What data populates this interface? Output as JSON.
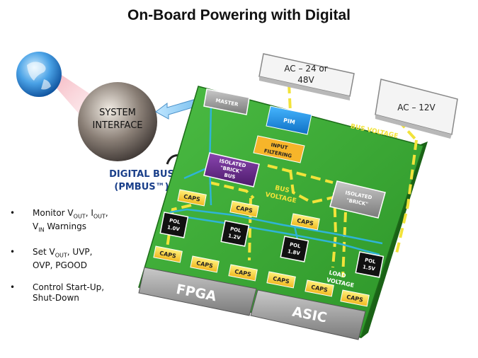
{
  "title": "On-Board Powering with Digital",
  "system_interface": {
    "line1": "SYSTEM",
    "line2": "INTERFACE"
  },
  "digital_bus": {
    "line1": "DIGITAL BUS",
    "line2": "(PMBUS™)"
  },
  "ac_24_48": {
    "line1": "AC – 24 or",
    "line2": "48V"
  },
  "ac_12": "AC – 12V",
  "bus_voltage_top": "BUS VOLTAGE",
  "bus_voltage_mid": {
    "line1": "BUS",
    "line2": "VOLTAGE"
  },
  "load_voltage": {
    "line1": "LOAD",
    "line2": "VOLTAGE"
  },
  "master": "MASTER",
  "pim": "PIM",
  "input_filtering": {
    "line1": "INPUT",
    "line2": "FILTERING"
  },
  "isolated_brick_bus": {
    "line1": "ISOLATED",
    "line2": "\"BRICK\"",
    "line3": "BUS"
  },
  "isolated_brick": {
    "line1": "ISOLATED",
    "line2": "\"BRICK\""
  },
  "caps": "CAPS",
  "pol": [
    {
      "line1": "POL",
      "line2": "1.0V"
    },
    {
      "line1": "POL",
      "line2": "1.2V"
    },
    {
      "line1": "POL",
      "line2": "1.8V"
    },
    {
      "line1": "POL",
      "line2": "1.5V"
    }
  ],
  "fpga": "FPGA",
  "asic": "ASIC",
  "bullet_marker": "•",
  "bullets": [
    {
      "a": "Monitor V",
      "a_sub": "OUT",
      "b": ", I",
      "b_sub": "OUT",
      "c": ",",
      "d": "V",
      "d_sub": "IN",
      "e": " Warnings"
    },
    {
      "a": "Set V",
      "a_sub": "OUT",
      "b": ", UVP,",
      "d": "OVP, PGOOD"
    },
    {
      "a": "Control Start-Up,",
      "d": "Shut-Down"
    }
  ],
  "colors": {
    "board": "#3aa832",
    "bus_line": "#2fb4d6",
    "power_line": "#f2e33a",
    "caps": "#f7d23a",
    "pol": "#111111",
    "pim": "#1f8fe0",
    "isolated_bus": "#6a2c8c",
    "gray_module": "#9c9c9c"
  }
}
